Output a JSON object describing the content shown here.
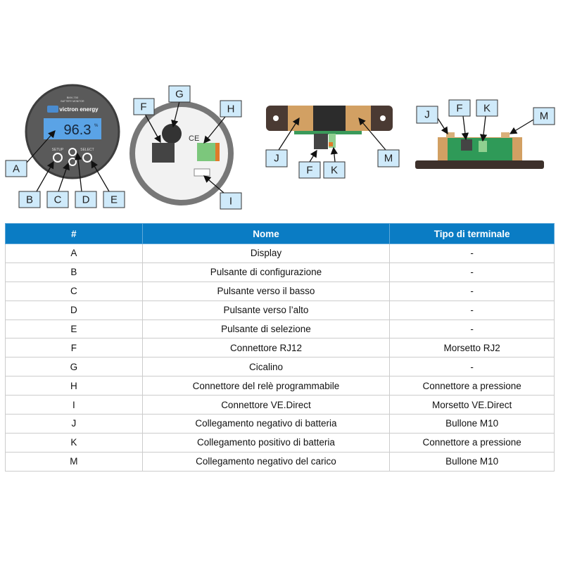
{
  "figure": {
    "device1": {
      "model": "BMV-700",
      "subtitle": "BATTERY MONITOR",
      "brand": "victron energy",
      "display_value": "96.3",
      "display_unit": "%",
      "setup": "SETUP",
      "select": "SELECT",
      "labels": [
        "A",
        "B",
        "C",
        "D",
        "E"
      ]
    },
    "device2": {
      "ce": "CE",
      "labels": [
        "F",
        "G",
        "H",
        "I"
      ]
    },
    "shunt_top": {
      "labels": [
        "J",
        "F",
        "K",
        "M"
      ]
    },
    "shunt_side": {
      "labels": [
        "J",
        "F",
        "K",
        "M"
      ]
    }
  },
  "table": {
    "headers": [
      "#",
      "Nome",
      "Tipo di terminale"
    ],
    "rows": [
      [
        "A",
        "Display",
        "-"
      ],
      [
        "B",
        "Pulsante di configurazione",
        "-"
      ],
      [
        "C",
        "Pulsante verso il basso",
        "-"
      ],
      [
        "D",
        "Pulsante verso l’alto",
        "-"
      ],
      [
        "E",
        "Pulsante di selezione",
        "-"
      ],
      [
        "F",
        "Connettore RJ12",
        "Morsetto RJ2"
      ],
      [
        "G",
        "Cicalino",
        "-"
      ],
      [
        "H",
        "Connettore del relè programmabile",
        "Connettore a pressione"
      ],
      [
        "I",
        "Connettore VE.Direct",
        "Morsetto VE.Direct"
      ],
      [
        "J",
        "Collegamento negativo di batteria",
        "Bullone M10"
      ],
      [
        "K",
        "Collegamento positivo di batteria",
        "Connettore a pressione"
      ],
      [
        "M",
        "Collegamento negativo del carico",
        "Bullone M10"
      ]
    ]
  }
}
